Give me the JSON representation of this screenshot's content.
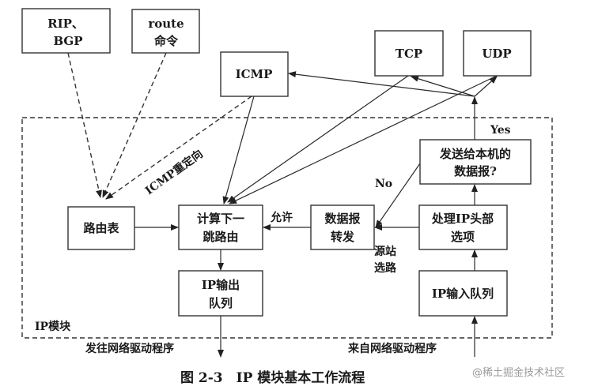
{
  "boxes": {
    "rip_bgp": [
      "RIP、",
      "BGP"
    ],
    "route_cmd": [
      "route",
      "命令"
    ],
    "icmp": "ICMP",
    "tcp": "TCP",
    "udp": "UDP",
    "routing_table": "路由表",
    "next_hop": [
      "计算下一",
      "跳路由"
    ],
    "forward": [
      "数据报",
      "转发"
    ],
    "ip_options": [
      "处理IP头部",
      "选项"
    ],
    "local_check": [
      "发送给本机的",
      "数据报?"
    ],
    "output_queue": [
      "IP输出",
      "队列"
    ],
    "input_queue": "IP输入队列"
  },
  "labels": {
    "icmp_redirect": "ICMP重定向",
    "yes": "Yes",
    "no": "No",
    "allow": "允许",
    "source_route": [
      "源站",
      "选路"
    ],
    "module": "IP模块",
    "to_driver": "发往网络驱动程序",
    "from_driver": "来自网络驱动程序"
  },
  "caption": "图 2-3　IP 模块基本工作流程",
  "watermark": "@稀土掘金技术社区"
}
